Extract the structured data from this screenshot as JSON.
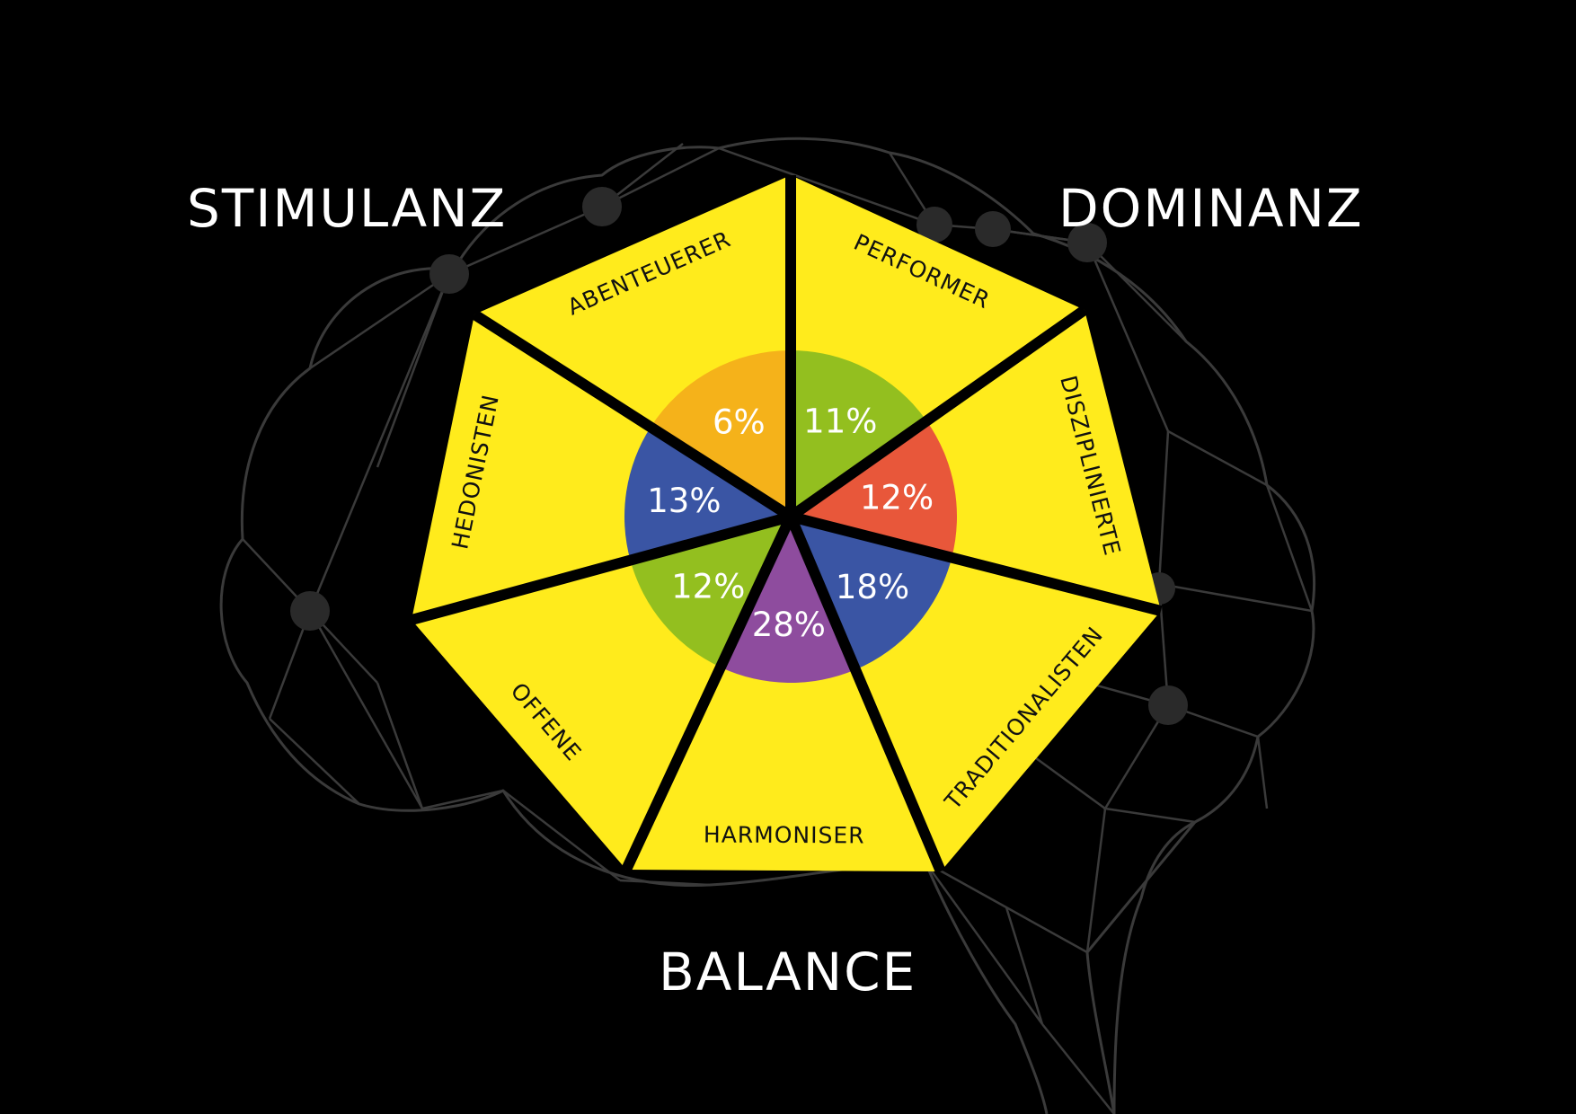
{
  "groups": {
    "stimulanz": "STIMULANZ",
    "dominanz": "DOMINANZ",
    "balance": "BALANCE"
  },
  "segments": [
    {
      "name": "ABENTEUERER",
      "percent": "6%",
      "color": "#F5B21A"
    },
    {
      "name": "PERFORMER",
      "percent": "11%",
      "color": "#93BF1F"
    },
    {
      "name": "DISZIPLINIERTE",
      "percent": "12%",
      "color": "#E8573A"
    },
    {
      "name": "TRADITIONALISTEN",
      "percent": "18%",
      "color": "#3A55A4"
    },
    {
      "name": "HARMONISER",
      "percent": "28%",
      "color": "#8E4C9E"
    },
    {
      "name": "OFFENE",
      "percent": "12%",
      "color": "#93BF1F"
    },
    {
      "name": "HEDONISTEN",
      "percent": "13%",
      "color": "#3A55A4"
    }
  ],
  "colors": {
    "background": "#000000",
    "segment_fill": "#FFEB1C",
    "brain_lines": "#3a3a3a",
    "text_light": "#FFFFFF",
    "text_dark": "#111111"
  }
}
